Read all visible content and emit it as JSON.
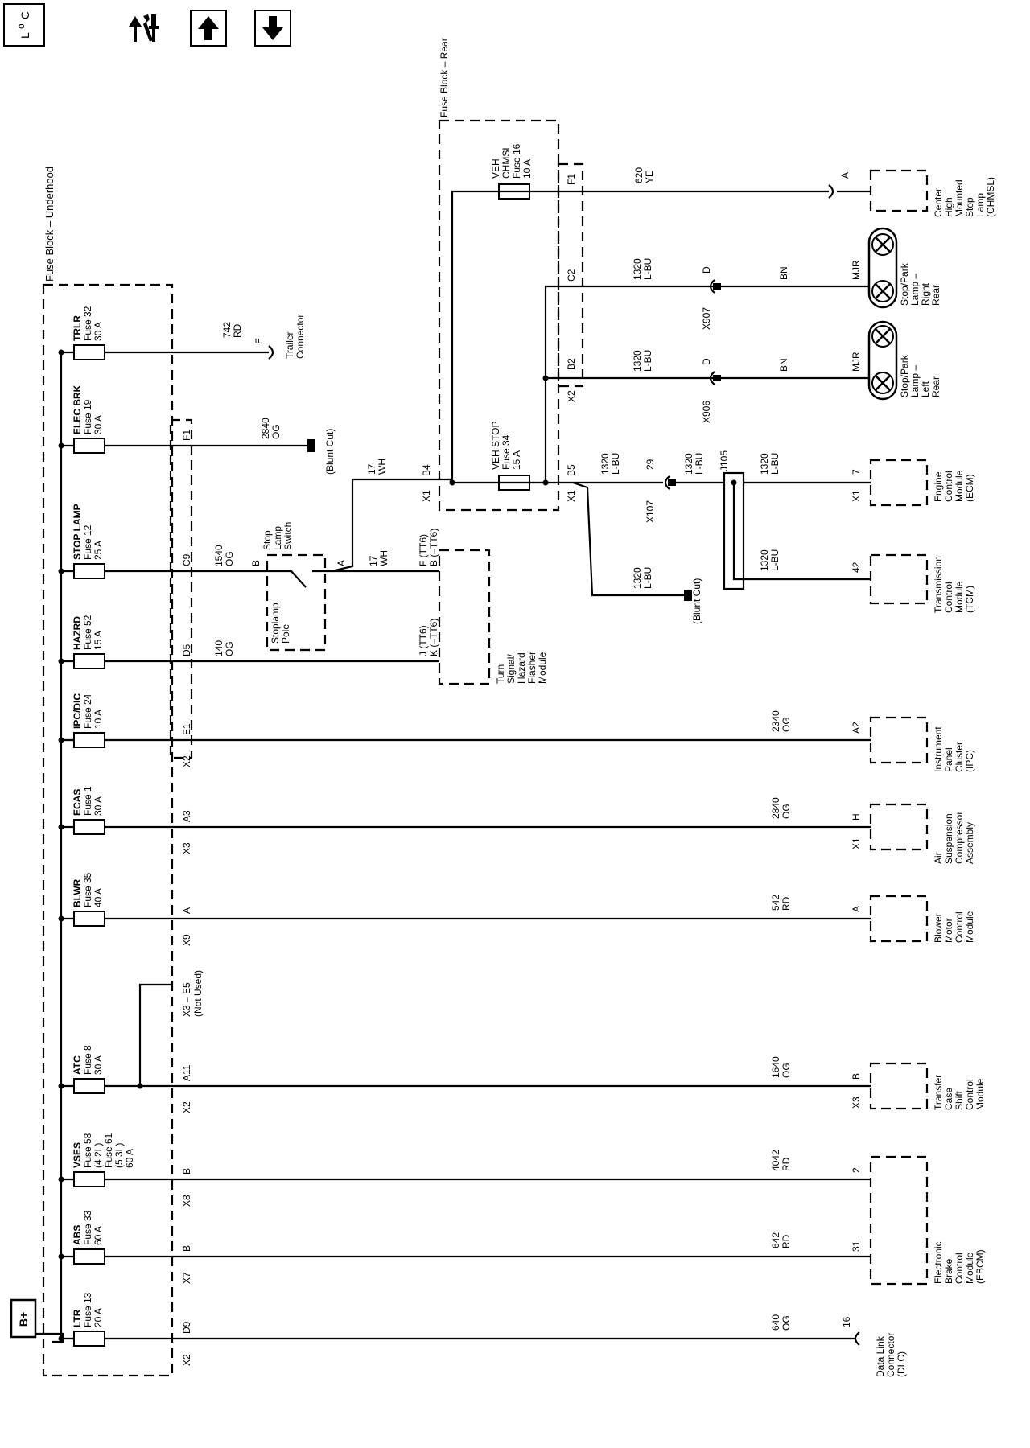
{
  "toolbar": {
    "locator_icon": "locator-icon",
    "tools_icon": "tools-icon",
    "up_icon": "arrow-up-icon",
    "down_icon": "arrow-down-icon",
    "locator_text": "LOC"
  },
  "diagram": {
    "battery": "B+",
    "underhood_block_label": "Fuse Block – Underhood",
    "rear_block_label": "Fuse Block – Rear",
    "fuses": [
      {
        "lines": [
          "LTR",
          "Fuse 13",
          "20 A"
        ],
        "connector": "X2",
        "pin": "D9"
      },
      {
        "lines": [
          "ABS",
          "Fuse 33",
          "60 A"
        ],
        "connector": "X7",
        "pin": "B"
      },
      {
        "lines": [
          "VSES",
          "Fuse 58",
          "(4.2L)",
          "Fuse 61",
          "(5.3L)",
          "60 A"
        ],
        "connector": "X8",
        "pin": "B"
      },
      {
        "lines": [
          "ATC",
          "Fuse 8",
          "30 A"
        ],
        "connector": "X2",
        "pin": "A11"
      },
      {
        "lines": [
          "BLWR",
          "Fuse 35",
          "40 A"
        ],
        "connector": "X9",
        "pin": "A"
      },
      {
        "lines": [
          "ECAS",
          "Fuse 1",
          "30 A"
        ],
        "connector": "X3",
        "pin": "A3"
      },
      {
        "lines": [
          "IPC/DIC",
          "Fuse 24",
          "10 A"
        ],
        "connector": "X2",
        "pin": "E1"
      },
      {
        "lines": [
          "HAZRD",
          "Fuse 52",
          "15 A"
        ],
        "connector": "",
        "pin": "D5"
      },
      {
        "lines": [
          "STOP LAMP",
          "Fuse 12",
          "25 A"
        ],
        "connector": "",
        "pin": "C9"
      },
      {
        "lines": [
          "ELEC BRK",
          "Fuse 19",
          "30 A"
        ],
        "connector": "",
        "pin": "F1"
      },
      {
        "lines": [
          "TRLR",
          "Fuse 32",
          "30 A"
        ],
        "connector": "",
        "pin": ""
      }
    ],
    "not_used": [
      "X3 – E5",
      "(Not Used)"
    ],
    "wires": {
      "dlc": [
        "640",
        "OG"
      ],
      "ebcm_31": [
        "642",
        "RD"
      ],
      "ebcm_2": [
        "4042",
        "RD"
      ],
      "tccm": [
        "1640",
        "OG"
      ],
      "blower": [
        "542",
        "RD"
      ],
      "air": [
        "2840",
        "OG"
      ],
      "ipc": [
        "2340",
        "OG"
      ],
      "hazard": [
        "140",
        "OG"
      ],
      "stop_in": [
        "1540",
        "OG"
      ],
      "stop_out": [
        "17",
        "WH"
      ],
      "stop_up": [
        "17",
        "WH"
      ],
      "elec_brk": [
        "2840",
        "OG"
      ],
      "trlr": [
        "742",
        "RD"
      ],
      "chmsl": [
        "620",
        "YE"
      ],
      "rr": [
        "1320",
        "L-BU"
      ],
      "lr": [
        "1320",
        "L-BU"
      ],
      "x107_in": [
        "1320",
        "L-BU"
      ],
      "x107_out": [
        "1320",
        "L-BU"
      ],
      "ecm": [
        "1320",
        "L-BU"
      ],
      "tcm": [
        "1320",
        "L-BU"
      ],
      "blunt2": [
        "1320",
        "L-BU"
      ],
      "bn": "BN"
    },
    "pins": {
      "dlc": "16",
      "ebcm_31": "31",
      "ebcm_2": "2",
      "tccm": "B",
      "tccm_conn": "X3",
      "blower": "A",
      "air": "H",
      "air_conn": "X1",
      "ipc": "A2",
      "trlr": "E",
      "chmsl": "A",
      "rr": "D",
      "lr": "D",
      "x107": "29",
      "ecm": "7",
      "ecm_conn": "X1",
      "tcm": "42",
      "sw_b": "B",
      "sw_a": "A",
      "flasher_f": "F (TT6)",
      "flasher_b": "B (–TT6)",
      "flasher_j": "J (TT6)",
      "flasher_k": "K (–TT6)",
      "rear_b4": "B4",
      "rear_x1a": "X1",
      "rear_b5": "B5",
      "rear_x1b": "X1",
      "rear_b2": "B2",
      "rear_x2": "X2",
      "rear_c2": "C2",
      "rear_f1": "F1"
    },
    "rear_fuses": [
      {
        "lines": [
          "VEH STOP",
          "Fuse 34",
          "15 A"
        ]
      },
      {
        "lines": [
          "VEH",
          "CHMSL",
          "Fuse 16",
          "10 A"
        ]
      }
    ],
    "connectors": {
      "x107": "X107",
      "x906": "X906",
      "x907": "X907",
      "j105": "J105"
    },
    "blunt_cut": "(Blunt Cut)",
    "mjr": "MJR",
    "switch_label": [
      "Stop",
      "Lamp",
      "Switch"
    ],
    "switch_pole": [
      "Stoplamp",
      "Pole"
    ],
    "components": {
      "dlc": [
        "Data Link",
        "Connector",
        "(DLC)"
      ],
      "ebcm": [
        "Electronic",
        "Brake",
        "Control",
        "Module",
        "(EBCM)"
      ],
      "tccm": [
        "Transfer",
        "Case",
        "Shift",
        "Control",
        "Module"
      ],
      "blower": [
        "Blower",
        "Motor",
        "Control",
        "Module"
      ],
      "air": [
        "Air",
        "Suspension",
        "Compressor",
        "Assembly"
      ],
      "ipc": [
        "Instrument",
        "Panel",
        "Cluster",
        "(IPC)"
      ],
      "flasher": [
        "Turn",
        "Signal/",
        "Hazard",
        "Flasher",
        "Module"
      ],
      "tcm": [
        "Transmission",
        "Control",
        "Module",
        "(TCM)"
      ],
      "ecm": [
        "Engine",
        "Control",
        "Module",
        "(ECM)"
      ],
      "lr": [
        "Stop/Park",
        "Lamp –",
        "Left",
        "Rear"
      ],
      "rr": [
        "Stop/Park",
        "Lamp –",
        "Right",
        "Rear"
      ],
      "chmsl": [
        "Center",
        "High",
        "Mounted",
        "Stop",
        "Lamp",
        "(CHMSL)"
      ],
      "trailer": [
        "Trailer",
        "Connector"
      ]
    }
  }
}
